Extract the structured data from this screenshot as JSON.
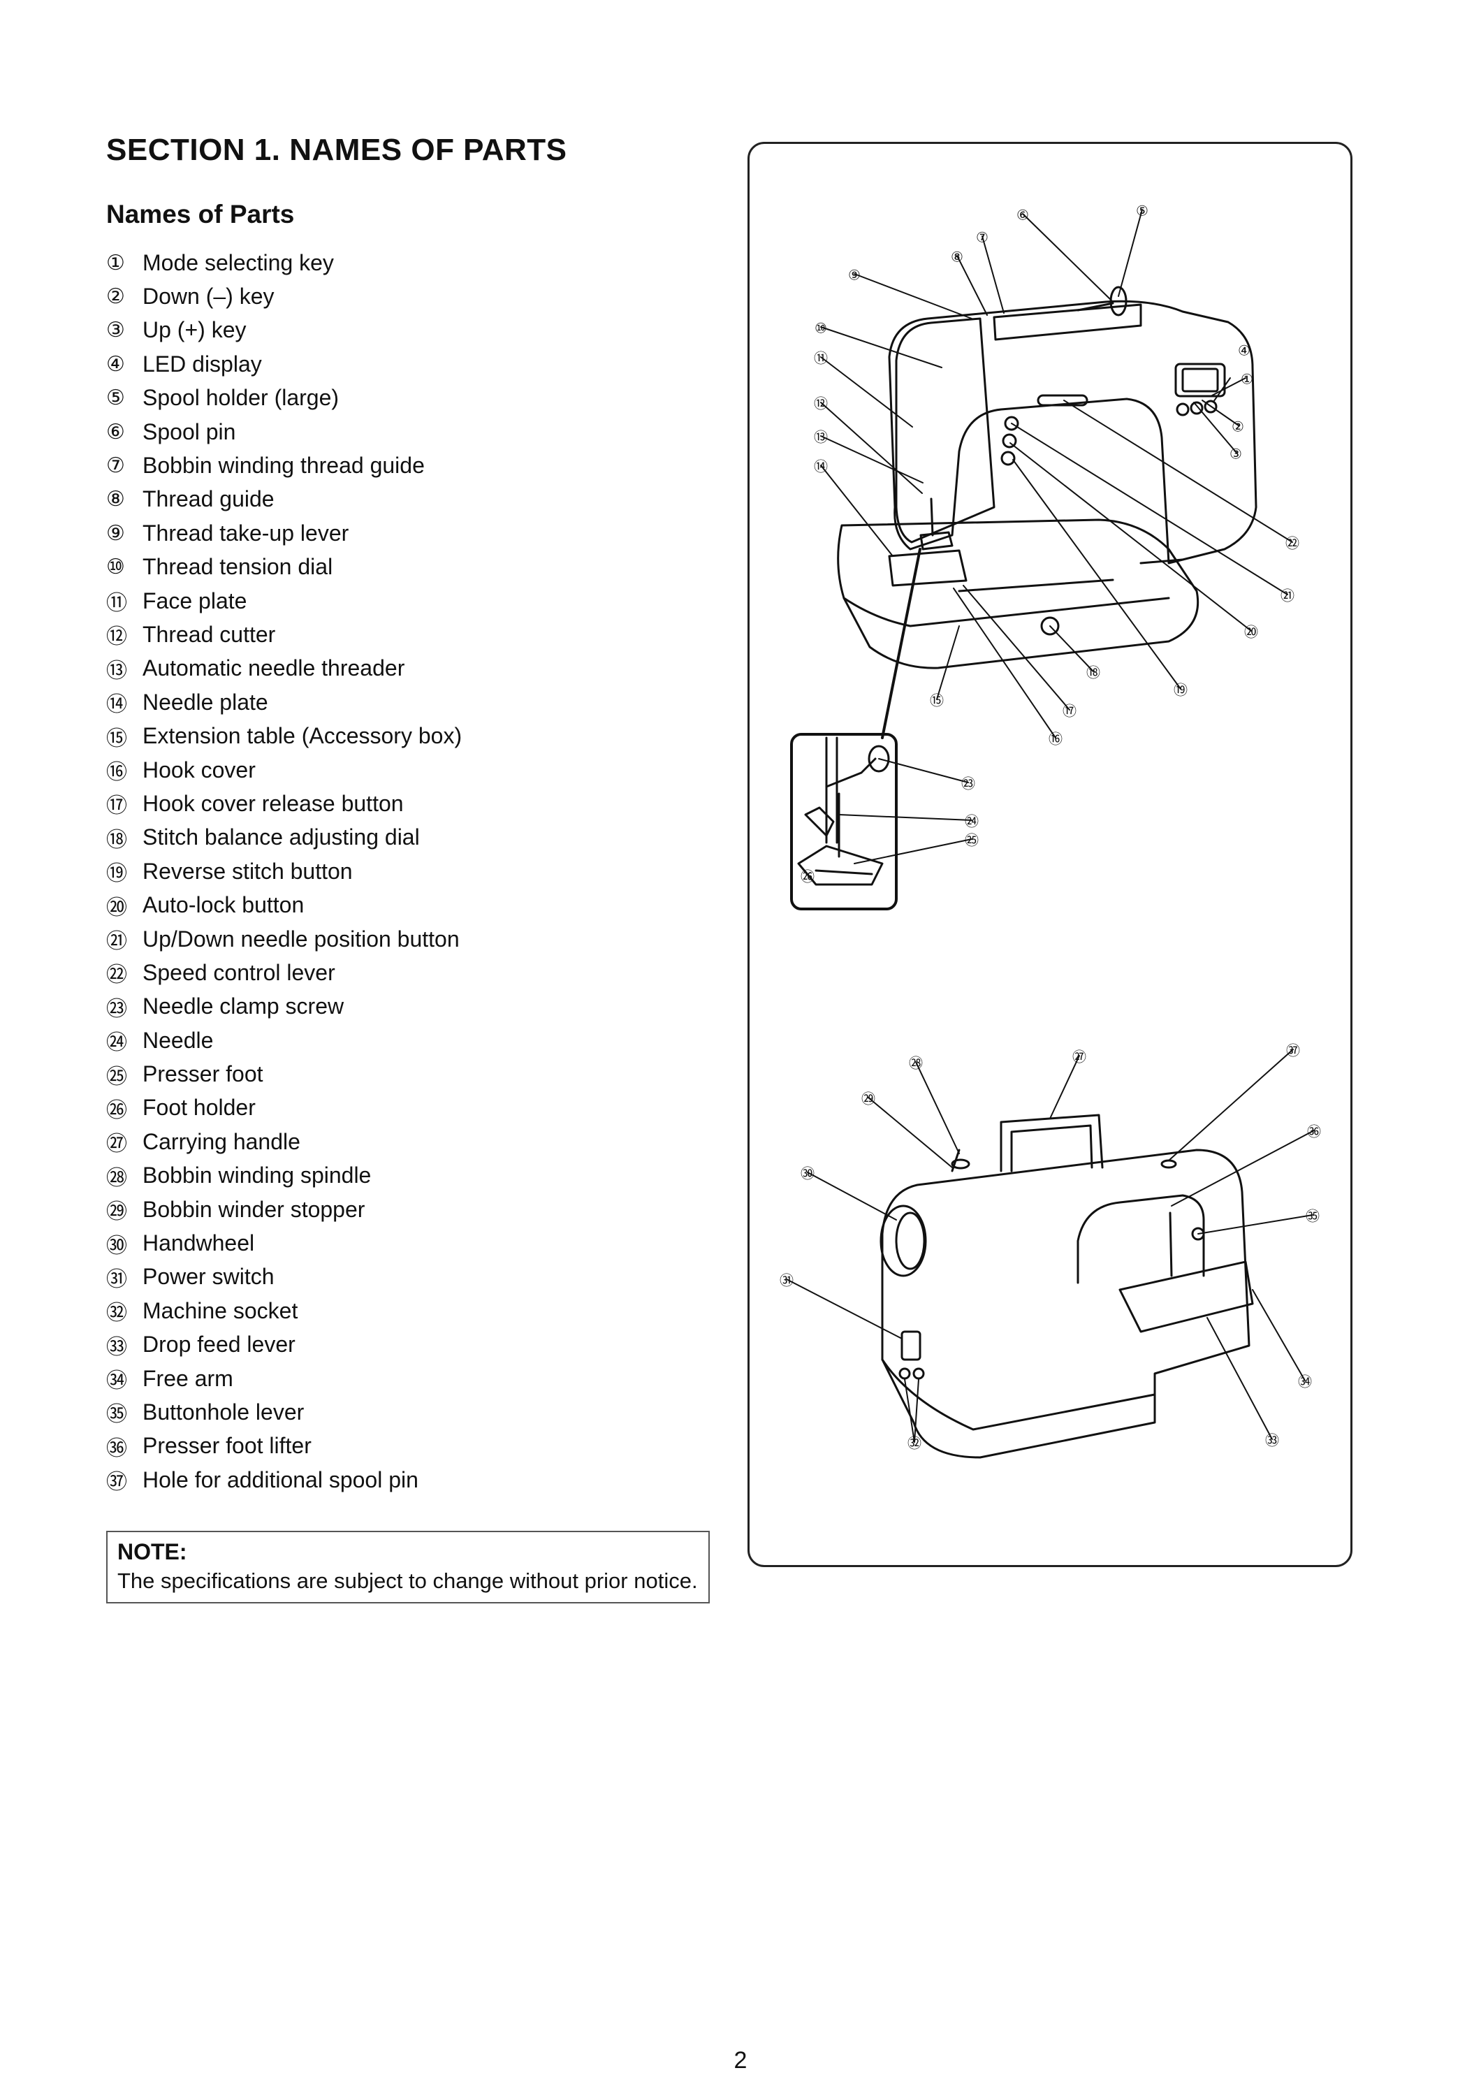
{
  "section_title": "SECTION 1. NAMES OF PARTS",
  "subtitle": "Names of Parts",
  "parts": [
    {
      "num": "①",
      "label": "Mode selecting key"
    },
    {
      "num": "②",
      "label": "Down (–) key"
    },
    {
      "num": "③",
      "label": "Up (+) key"
    },
    {
      "num": "④",
      "label": "LED display"
    },
    {
      "num": "⑤",
      "label": "Spool holder (large)"
    },
    {
      "num": "⑥",
      "label": "Spool pin"
    },
    {
      "num": "⑦",
      "label": "Bobbin winding thread guide"
    },
    {
      "num": "⑧",
      "label": "Thread guide"
    },
    {
      "num": "⑨",
      "label": "Thread take-up lever"
    },
    {
      "num": "⑩",
      "label": "Thread tension dial"
    },
    {
      "num": "⑪",
      "label": "Face plate"
    },
    {
      "num": "⑫",
      "label": "Thread cutter"
    },
    {
      "num": "⑬",
      "label": "Automatic needle threader"
    },
    {
      "num": "⑭",
      "label": "Needle plate"
    },
    {
      "num": "⑮",
      "label": "Extension table (Accessory box)"
    },
    {
      "num": "⑯",
      "label": "Hook cover"
    },
    {
      "num": "⑰",
      "label": "Hook cover release button"
    },
    {
      "num": "⑱",
      "label": "Stitch balance adjusting dial"
    },
    {
      "num": "⑲",
      "label": "Reverse stitch button"
    },
    {
      "num": "⑳",
      "label": "Auto-lock button"
    },
    {
      "num": "㉑",
      "label": "Up/Down needle position button"
    },
    {
      "num": "㉒",
      "label": "Speed control lever"
    },
    {
      "num": "㉓",
      "label": "Needle clamp screw"
    },
    {
      "num": "㉔",
      "label": "Needle"
    },
    {
      "num": "㉕",
      "label": "Presser foot"
    },
    {
      "num": "㉖",
      "label": "Foot holder"
    },
    {
      "num": "㉗",
      "label": "Carrying handle"
    },
    {
      "num": "㉘",
      "label": "Bobbin winding spindle"
    },
    {
      "num": "㉙",
      "label": "Bobbin winder stopper"
    },
    {
      "num": "㉚",
      "label": "Handwheel"
    },
    {
      "num": "㉛",
      "label": "Power switch"
    },
    {
      "num": "㉜",
      "label": "Machine socket"
    },
    {
      "num": "㉝",
      "label": "Drop feed lever"
    },
    {
      "num": "㉞",
      "label": "Free arm"
    },
    {
      "num": "㉟",
      "label": "Buttonhole lever"
    },
    {
      "num": "㊱",
      "label": "Presser foot lifter"
    },
    {
      "num": "㊲",
      "label": "Hole for additional spool pin"
    }
  ],
  "note": {
    "title": "NOTE:",
    "text": "The specifications are subject to change without prior notice."
  },
  "figure_callouts": [
    "①",
    "②",
    "③",
    "④",
    "⑤",
    "⑥",
    "⑦",
    "⑧",
    "⑨",
    "⑩",
    "⑪",
    "⑫",
    "⑬",
    "⑭",
    "⑮",
    "⑯",
    "⑰",
    "⑱",
    "⑲",
    "⑳",
    "㉑",
    "㉒",
    "㉓",
    "㉔",
    "㉕",
    "㉖",
    "㉗",
    "㉘",
    "㉙",
    "㉚",
    "㉛",
    "㉜",
    "㉝",
    "㉞",
    "㉟",
    "㊱",
    "㊲"
  ],
  "page_number": "2"
}
